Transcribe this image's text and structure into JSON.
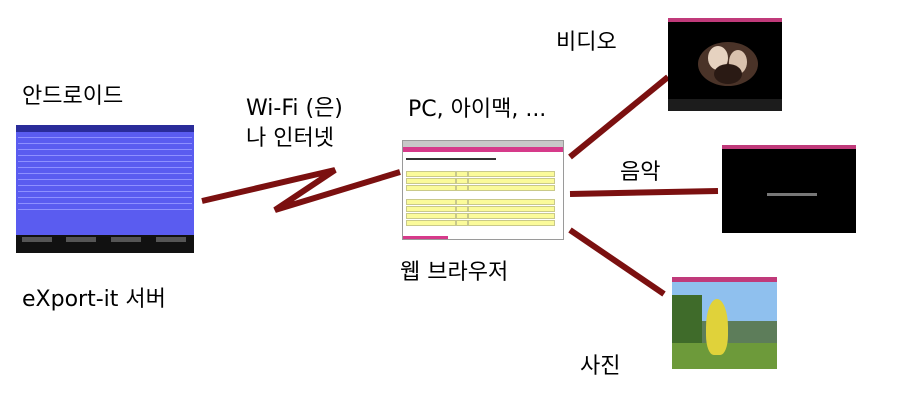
{
  "labels": {
    "android": "안드로이드",
    "server": "eXport-it 서버",
    "wifi_line1": "Wi-Fi (은)",
    "wifi_line2": "나 인터넷",
    "client": "PC, 아이맥, ...",
    "browser": "웹 브라우저",
    "video": "비디오",
    "music": "음악",
    "photo": "사진"
  },
  "colors": {
    "link": "#7b1010",
    "android_screen": "#5a5cf0",
    "accent_pink": "#d63a8a"
  }
}
